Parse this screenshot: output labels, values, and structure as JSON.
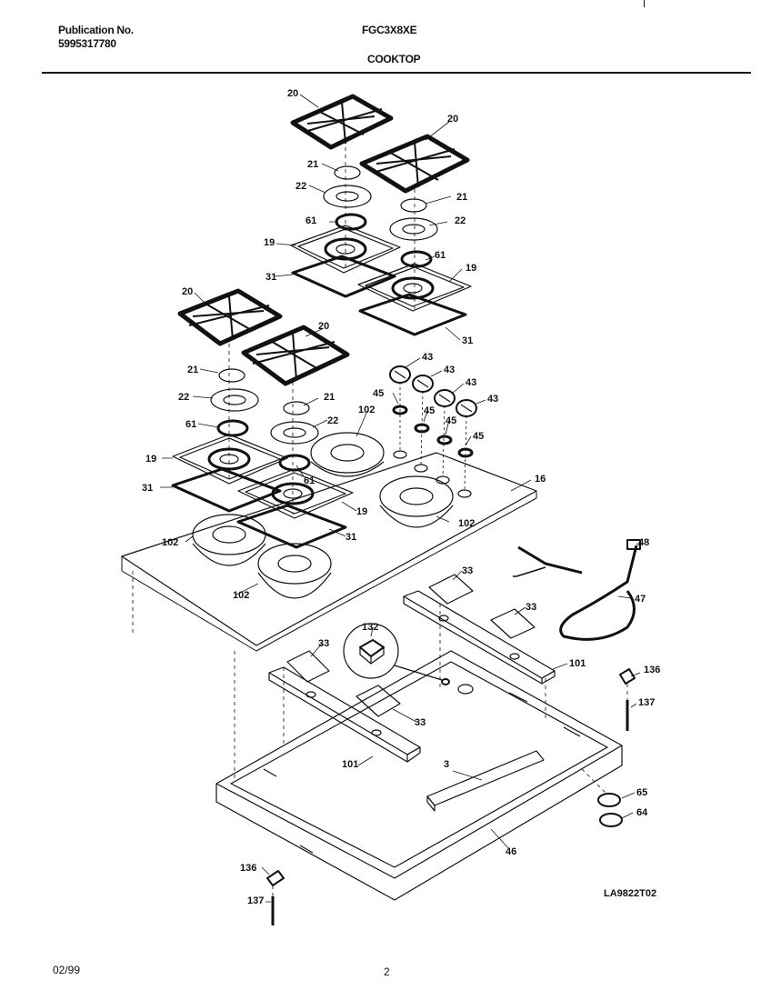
{
  "header": {
    "publication_label": "Publication No.",
    "publication_number": "5995317780",
    "model": "FGC3X8XE",
    "section": "COOKTOP"
  },
  "footer": {
    "date": "02/99",
    "page": "2",
    "reference": "LA9822T02"
  },
  "parts": [
    {
      "num": "20"
    },
    {
      "num": "20"
    },
    {
      "num": "21"
    },
    {
      "num": "22"
    },
    {
      "num": "21"
    },
    {
      "num": "61"
    },
    {
      "num": "22"
    },
    {
      "num": "19"
    },
    {
      "num": "61"
    },
    {
      "num": "31"
    },
    {
      "num": "19"
    },
    {
      "num": "31"
    },
    {
      "num": "20"
    },
    {
      "num": "20"
    },
    {
      "num": "43"
    },
    {
      "num": "43"
    },
    {
      "num": "43"
    },
    {
      "num": "43"
    },
    {
      "num": "21"
    },
    {
      "num": "45"
    },
    {
      "num": "21"
    },
    {
      "num": "22"
    },
    {
      "num": "45"
    },
    {
      "num": "45"
    },
    {
      "num": "45"
    },
    {
      "num": "22"
    },
    {
      "num": "102"
    },
    {
      "num": "61"
    },
    {
      "num": "16"
    },
    {
      "num": "19"
    },
    {
      "num": "61"
    },
    {
      "num": "31"
    },
    {
      "num": "19"
    },
    {
      "num": "102"
    },
    {
      "num": "31"
    },
    {
      "num": "102"
    },
    {
      "num": "48"
    },
    {
      "num": "33"
    },
    {
      "num": "102"
    },
    {
      "num": "47"
    },
    {
      "num": "33"
    },
    {
      "num": "132"
    },
    {
      "num": "33"
    },
    {
      "num": "101"
    },
    {
      "num": "136"
    },
    {
      "num": "137"
    },
    {
      "num": "33"
    },
    {
      "num": "101"
    },
    {
      "num": "3"
    },
    {
      "num": "65"
    },
    {
      "num": "64"
    },
    {
      "num": "46"
    },
    {
      "num": "136"
    },
    {
      "num": "137"
    }
  ]
}
